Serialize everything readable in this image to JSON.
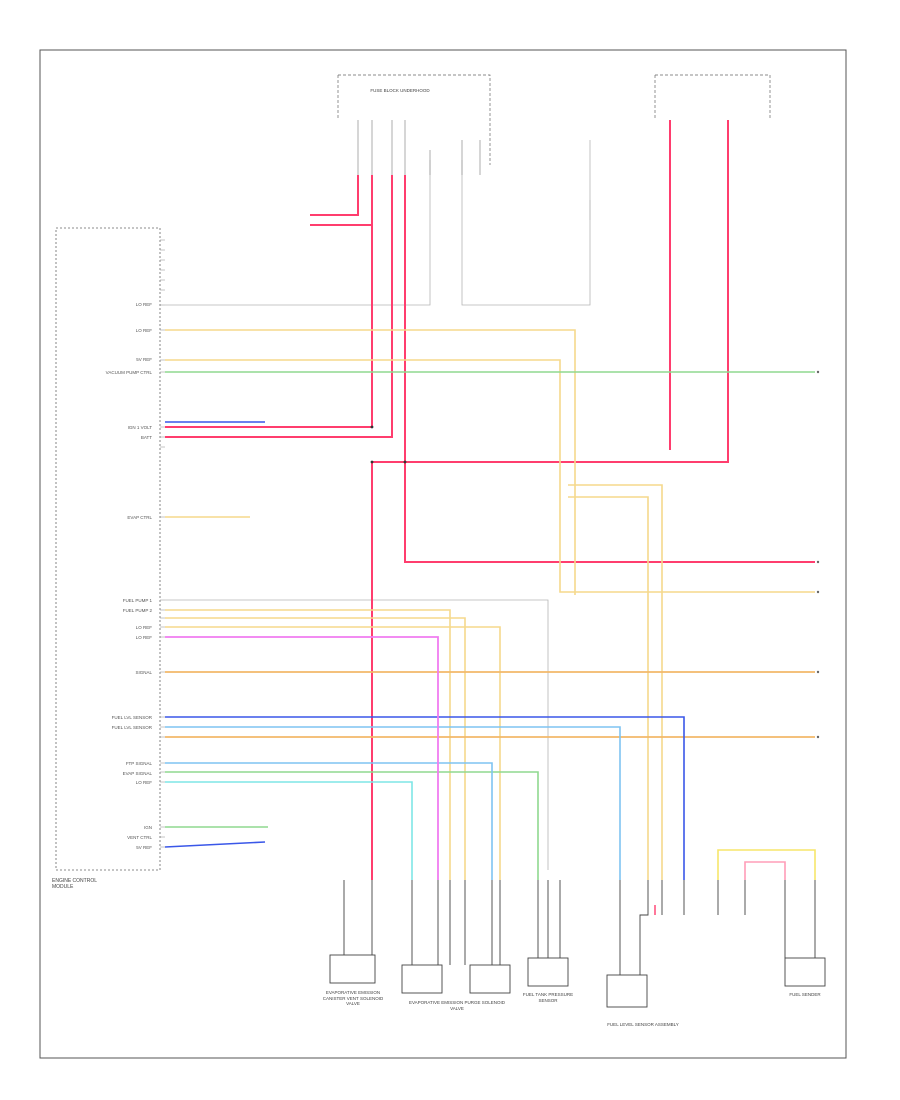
{
  "diagram": {
    "footer_code": "",
    "wire_colors": {
      "red": "#ff3d6e",
      "pink": "#ff9db8",
      "tan": "#f5d98c",
      "yellow": "#f7e66a",
      "orange": "#f2b86a",
      "green": "#8fd98f",
      "blue": "#3a57e8",
      "lightblue": "#7fc3f2",
      "magenta": "#f07cf0",
      "cyan": "#7fe6e6",
      "gray": "#b5b5b5",
      "black": "#444444"
    },
    "ecm": {
      "title": "ENGINE CONTROL MODULE",
      "pins": [
        "LO REF",
        "LO REF",
        "5V REF",
        "VACUUM PUMP CTRL",
        "IGN 1 VOLT",
        "BATT",
        "EVAP CTRL",
        "FUEL PUMP 1",
        "FUEL PUMP 2",
        "LO REF",
        "LO REF",
        "SIGNAL",
        "FUEL LVL SENSOR",
        "FUEL LVL SENSOR",
        "FTP SIGNAL",
        "EVAP SIGNAL",
        "LO REF",
        "IGN",
        "VENT CTRL",
        "5V REF"
      ]
    },
    "components": [
      {
        "id": "fuse-block",
        "caption": "FUSE BLOCK UNDERHOOD"
      },
      {
        "id": "evap-vent",
        "caption": "EVAPORATIVE EMISSION CANISTER VENT SOLENOID VALVE"
      },
      {
        "id": "fuel-tank-pressure",
        "caption": "FUEL TANK PRESSURE SENSOR"
      },
      {
        "id": "fuel-level-sensor",
        "caption": "FUEL LEVEL SENSOR ASSEMBLY"
      },
      {
        "id": "fuel-sender",
        "caption": "FUEL SENDER"
      },
      {
        "id": "evap-purge",
        "caption": "EVAPORATIVE EMISSION PURGE SOLENOID VALVE"
      }
    ]
  }
}
